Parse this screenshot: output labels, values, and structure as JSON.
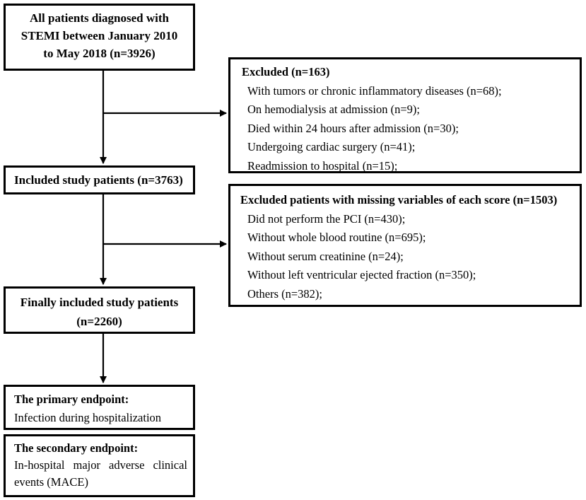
{
  "boxes": {
    "all_patients": {
      "lines": [
        "All patients diagnosed with",
        "STEMI between January 2010",
        "to May 2018 (n=3926)"
      ]
    },
    "excluded_first": {
      "title": "Excluded (n=163)",
      "items": [
        "With tumors or chronic inflammatory diseases (n=68);",
        "On hemodialysis at admission (n=9);",
        "Died within 24 hours after admission (n=30);",
        "Undergoing cardiac surgery (n=41);",
        "Readmission to hospital (n=15);"
      ]
    },
    "included": {
      "title": "Included study patients (n=3763)"
    },
    "excluded_second": {
      "title": "Excluded patients with missing variables of each score (n=1503)",
      "items": [
        "Did not perform the PCI (n=430);",
        "Without whole blood routine (n=695);",
        "Without serum creatinine (n=24);",
        "Without left ventricular ejected fraction (n=350);",
        "Others (n=382);"
      ]
    },
    "final": {
      "lines": [
        "Finally included study patients",
        "(n=2260)"
      ]
    },
    "primary": {
      "title": "The primary endpoint:",
      "text": "Infection during hospitalization"
    },
    "secondary": {
      "title": "The secondary endpoint:",
      "words": [
        "In-hospital",
        "major",
        "adverse",
        "clinical"
      ],
      "last_line": "events (MACE)"
    }
  }
}
